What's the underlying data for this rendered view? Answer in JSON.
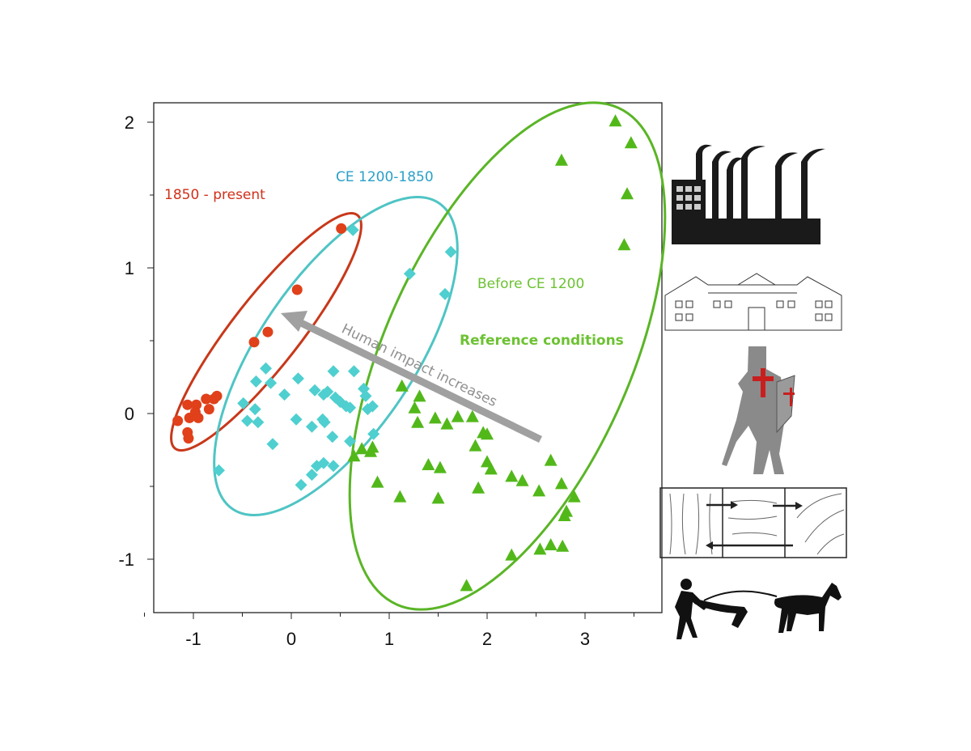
{
  "chart_data": {
    "type": "scatter",
    "title": "",
    "xlabel": "",
    "ylabel": "",
    "xlim": [
      -1.4,
      3.8
    ],
    "ylim": [
      -1.35,
      2.15
    ],
    "x_ticks": [
      -1,
      0,
      1,
      2,
      3
    ],
    "y_ticks": [
      2,
      1,
      0,
      -1
    ],
    "x_tick_labels": [
      "-1",
      "0",
      "1",
      "2",
      "3"
    ],
    "y_tick_labels": [
      "2",
      "1",
      "0",
      "-1"
    ],
    "grid": false,
    "series": [
      {
        "name": "1850 - present",
        "marker": "circle",
        "color": "#e0401a",
        "ellipse_color": "#c8381a",
        "points": [
          [
            0.51,
            1.27
          ],
          [
            0.06,
            0.85
          ],
          [
            -0.24,
            0.56
          ],
          [
            -0.38,
            0.49
          ],
          [
            -0.76,
            0.12
          ],
          [
            -0.84,
            0.03
          ],
          [
            -0.87,
            0.1
          ],
          [
            -0.97,
            0.06
          ],
          [
            -1.06,
            0.06
          ],
          [
            -0.98,
            0.01
          ],
          [
            -1.04,
            -0.03
          ],
          [
            -0.95,
            -0.03
          ],
          [
            -1.06,
            -0.13
          ],
          [
            -1.05,
            -0.17
          ],
          [
            -1.16,
            -0.05
          ],
          [
            -0.79,
            0.1
          ]
        ]
      },
      {
        "name": "CE 1200-1850",
        "marker": "diamond",
        "color": "#4fcfcf",
        "ellipse_color": "#4fc4c4",
        "points": [
          [
            0.63,
            1.26
          ],
          [
            1.21,
            0.96
          ],
          [
            1.63,
            1.11
          ],
          [
            1.57,
            0.82
          ],
          [
            -0.26,
            0.31
          ],
          [
            -0.36,
            0.22
          ],
          [
            -0.21,
            0.21
          ],
          [
            0.07,
            0.24
          ],
          [
            0.43,
            0.29
          ],
          [
            0.64,
            0.29
          ],
          [
            -0.49,
            0.07
          ],
          [
            -0.07,
            0.13
          ],
          [
            0.24,
            0.16
          ],
          [
            0.33,
            0.13
          ],
          [
            0.37,
            0.15
          ],
          [
            0.45,
            0.11
          ],
          [
            0.74,
            0.17
          ],
          [
            0.76,
            0.12
          ],
          [
            -0.37,
            0.03
          ],
          [
            -0.34,
            -0.06
          ],
          [
            -0.45,
            -0.05
          ],
          [
            0.05,
            -0.04
          ],
          [
            0.21,
            -0.09
          ],
          [
            0.32,
            -0.04
          ],
          [
            0.34,
            -0.06
          ],
          [
            0.5,
            0.08
          ],
          [
            0.56,
            0.05
          ],
          [
            0.6,
            0.04
          ],
          [
            0.42,
            -0.16
          ],
          [
            -0.19,
            -0.21
          ],
          [
            0.6,
            -0.19
          ],
          [
            0.84,
            -0.14
          ],
          [
            -0.74,
            -0.39
          ],
          [
            0.26,
            -0.36
          ],
          [
            0.33,
            -0.34
          ],
          [
            0.43,
            -0.36
          ],
          [
            0.21,
            -0.42
          ],
          [
            0.1,
            -0.49
          ],
          [
            0.78,
            0.03
          ],
          [
            0.83,
            0.05
          ]
        ]
      },
      {
        "name": "Before CE 1200",
        "marker": "triangle",
        "color": "#52b81a",
        "ellipse_color": "#5ab526",
        "points": [
          [
            3.31,
            2.01
          ],
          [
            3.47,
            1.86
          ],
          [
            2.76,
            1.74
          ],
          [
            3.43,
            1.51
          ],
          [
            3.4,
            1.16
          ],
          [
            1.13,
            0.19
          ],
          [
            1.31,
            0.12
          ],
          [
            1.26,
            0.04
          ],
          [
            1.29,
            -0.06
          ],
          [
            1.47,
            -0.03
          ],
          [
            1.59,
            -0.07
          ],
          [
            1.7,
            -0.02
          ],
          [
            1.85,
            -0.02
          ],
          [
            1.96,
            -0.13
          ],
          [
            2.0,
            -0.14
          ],
          [
            1.88,
            -0.22
          ],
          [
            2.0,
            -0.33
          ],
          [
            2.04,
            -0.38
          ],
          [
            1.4,
            -0.35
          ],
          [
            1.52,
            -0.37
          ],
          [
            2.25,
            -0.43
          ],
          [
            2.36,
            -0.46
          ],
          [
            2.65,
            -0.32
          ],
          [
            2.76,
            -0.48
          ],
          [
            2.53,
            -0.53
          ],
          [
            2.89,
            -0.57
          ],
          [
            2.81,
            -0.67
          ],
          [
            2.79,
            -0.7
          ],
          [
            1.91,
            -0.51
          ],
          [
            1.5,
            -0.58
          ],
          [
            0.88,
            -0.47
          ],
          [
            1.11,
            -0.57
          ],
          [
            0.72,
            -0.24
          ],
          [
            0.83,
            -0.23
          ],
          [
            0.81,
            -0.26
          ],
          [
            0.64,
            -0.29
          ],
          [
            2.54,
            -0.93
          ],
          [
            2.65,
            -0.9
          ],
          [
            2.77,
            -0.91
          ],
          [
            2.25,
            -0.97
          ],
          [
            1.79,
            -1.18
          ]
        ]
      }
    ],
    "annotations": {
      "label_red": "1850 - present",
      "label_cyan": "CE 1200-1850",
      "label_green": "Before CE 1200",
      "label_reference": "Reference conditions",
      "arrow_text": "Human impact increases"
    },
    "arrow_color": "#a0a0a0"
  },
  "icons": [
    "factory-icon",
    "manor-house-icon",
    "crusader-knight-icon",
    "wood-grain-board-icon",
    "horse-plough-icon"
  ]
}
